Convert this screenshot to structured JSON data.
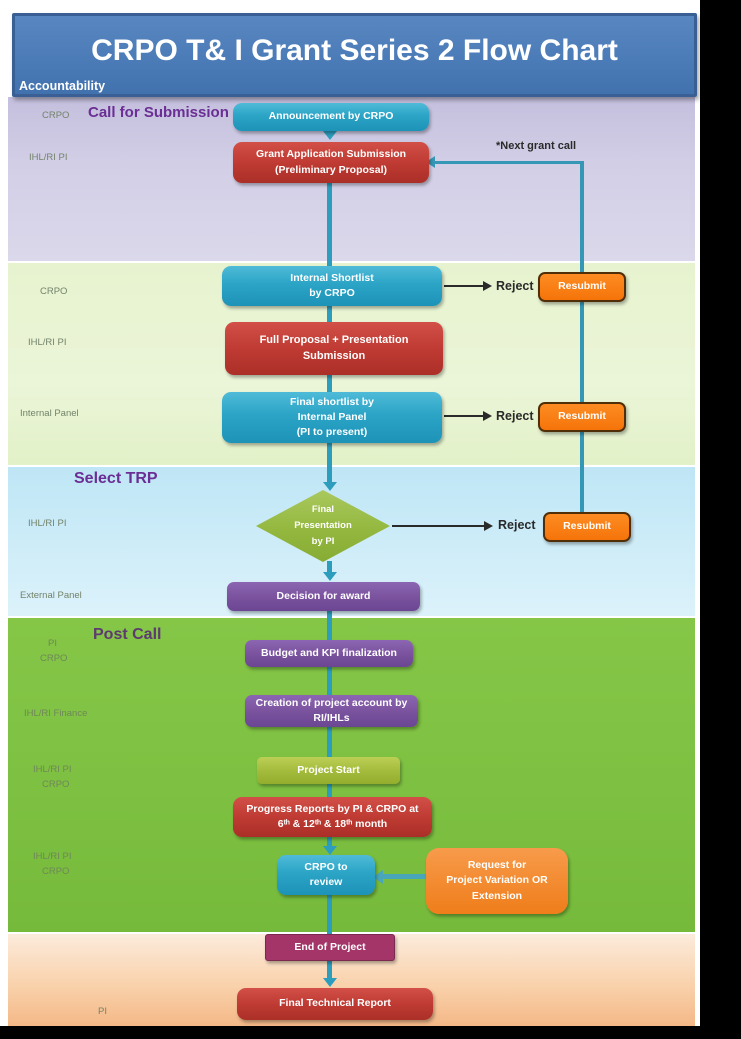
{
  "header": {
    "title": "CRPO T& I Grant Series 2 Flow Chart",
    "accountability": "Accountability"
  },
  "sections": {
    "call_for_submission": {
      "heading": "Call for Submission"
    },
    "select_trp": {
      "heading": "Select TRP"
    },
    "post_call": {
      "heading": "Post Call"
    }
  },
  "roles": {
    "call_crpo": "CRPO",
    "call_ihl_ri_pi": "IHL/RI PI",
    "shortlist_crpo": "CRPO",
    "shortlist_ihl_ri_pi": "IHL/RI PI",
    "shortlist_internal_panel": "Internal Panel",
    "trp_ihl_ri_pi": "IHL/RI PI",
    "trp_external_panel": "External Panel",
    "post_pi": "PI",
    "post_crpo": "CRPO",
    "post_ihl_ri_finance": "IHL/RI Finance",
    "post_ihl_ri_pi_1": "IHL/RI PI",
    "post_crpo_1": "CRPO",
    "post_ihl_ri_pi_2": "IHL/RI PI",
    "post_crpo_2": "CRPO",
    "closing_pi": "PI"
  },
  "nodes": {
    "announcement": "Announcement by CRPO",
    "grant_application": "Grant Application Submission\n(Preliminary Proposal)",
    "internal_shortlist": "Internal Shortlist\nby CRPO",
    "full_proposal": "Full Proposal + Presentation\nSubmission",
    "final_shortlist": "Final shortlist by\nInternal Panel\n(PI to present)",
    "final_presentation": "Final\nPresentation\nby PI",
    "decision_for_award": "Decision for award",
    "budget_kpi": "Budget and KPI finalization",
    "account_creation": "Creation of project account by\nRI/IHLs",
    "project_start": "Project Start",
    "progress_reports": "Progress Reports by PI & CRPO at\n6ᵗʰ & 12ᵗʰ & 18ᵗʰ month",
    "crpo_review": "CRPO to\nreview",
    "variation_request": "Request for\nProject Variation OR\nExtension",
    "end_of_project": "End of Project",
    "final_technical_report": "Final Technical Report"
  },
  "annotations": {
    "next_grant_call": "*Next grant call",
    "reject": "Reject",
    "resubmit": "Resubmit"
  },
  "colors": {
    "header_blue": "#4C7CB8",
    "band_call_lavender": "#CDC9E3",
    "band_shortlist_green": "#E9F4D4",
    "band_trp_blue": "#C8EAF7",
    "band_post_green": "#7FC143",
    "band_closing_peach": "#F8C998",
    "node_teal": "#2BA4C6",
    "node_red": "#BF3B33",
    "node_purple": "#7B539F",
    "node_olive": "#A4BC3D",
    "node_magenta": "#A43568",
    "node_orange": "#F5740A",
    "connector_teal": "#2D9DBE",
    "heading_purple": "#6A2E94"
  }
}
